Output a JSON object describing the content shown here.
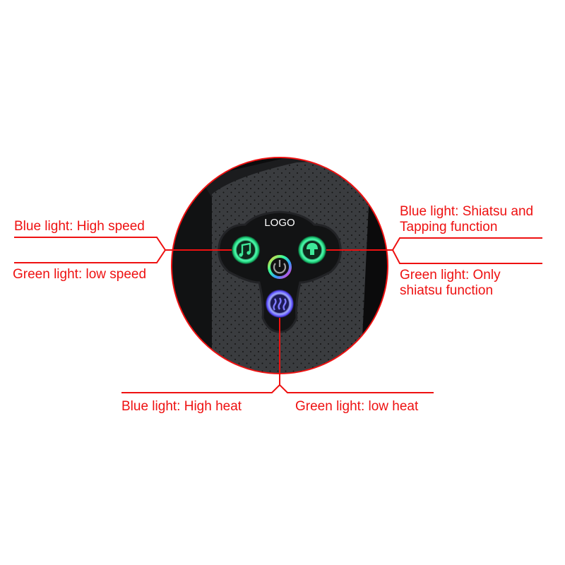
{
  "device": {
    "logo_text": "LOGO",
    "buttons": [
      {
        "id": "speed",
        "icon": "music-note-icon",
        "ring_color": "#22e08a"
      },
      {
        "id": "massage-mode",
        "icon": "mushroom-icon",
        "ring_color": "#22e08a"
      },
      {
        "id": "power",
        "icon": "power-icon",
        "ring_color": "rainbow"
      },
      {
        "id": "heat",
        "icon": "heat-waves-icon",
        "ring_color": "#6b6bff"
      }
    ]
  },
  "annotations": {
    "left_top": "Blue light: High speed",
    "left_bottom": "Green light: low speed",
    "right_top_line1": "Blue light: Shiatsu and",
    "right_top_line2": "Tapping function",
    "right_bottom_line1": "Green light: Only",
    "right_bottom_line2": "shiatsu function",
    "bottom_left": "Blue light: High heat",
    "bottom_right": "Green light: low heat"
  },
  "colors": {
    "annotation_red": "#ee1111",
    "device_dark": "#2b2d30",
    "green_light": "#22e08a",
    "blue_light": "#6b6bff"
  }
}
